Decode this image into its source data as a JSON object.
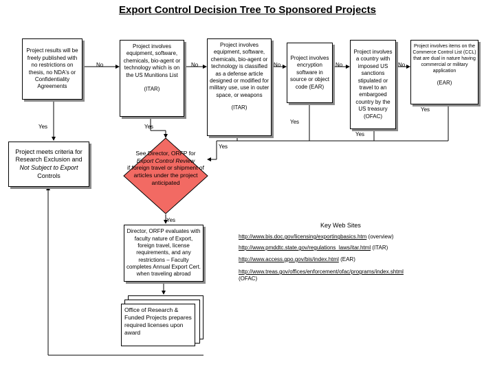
{
  "title": "Export Control Decision Tree To Sponsored Projects",
  "boxes": {
    "results": "Project results will be freely published with no restrictions on thesis, no NDA's or Confidentiality Agreements",
    "itar_equip": "Project involves equipment, software, chemicals, bio-agent or technology which is on the US Munitions List",
    "itar_equip_tag": "(ITAR)",
    "defense": "Project involves equipment, software, chemicals, bio-agent or technology is classified as a defense article designed or modified for military use, use in outer space, or weapons",
    "defense_tag": "(ITAR)",
    "encryption": "Project involves encryption software in source or object code (EAR)",
    "ofac": "Project involves a country with imposed US sanctions stipulated or travel to an embargoed country by the US treasury (OFAC)",
    "ccl": "Project involves items on the Commerce Control List (CCL) that are dual in nature having commercial or military application",
    "ccl_tag": "(EAR)",
    "fundamental_line1": "Project meets criteria for Research Exclusion and",
    "fundamental_italic": "Not Subject to Export",
    "fundamental_line3": "Controls",
    "evaluate": "Director, ORFP evaluates with faculty nature of Export, foreign travel, license requirements, and any restrictions – Faculty completes Annual Export Cert. when traveling abroad",
    "office": "Office of Research & Funded Projects prepares required licenses upon award"
  },
  "diamond": {
    "line1": "See Director, ORFP for",
    "line2": "Export Control Review",
    "line3": "if foreign travel or shipment of articles under the project anticipated"
  },
  "labels": {
    "yes": "Yes",
    "no": "No"
  },
  "key": {
    "title": "Key Web Sites",
    "links": [
      {
        "url": "http://www.bis.doc.gov/licensing/exportingbasics.htm",
        "note": "(overview)"
      },
      {
        "url": "http://www.pmddtc.state.gov/regulations_laws/itar.html",
        "note": "(ITAR)"
      },
      {
        "url": "http://www.access.gpo.gov/bis/index.html",
        "note": "(EAR)"
      },
      {
        "url": "http://www.treas.gov/offices/enforcement/ofac/programs/index.shtml",
        "note": "(OFAC)"
      }
    ]
  },
  "colors": {
    "diamond_fill": "#f26a63",
    "shadow": "#8a8a8a"
  }
}
